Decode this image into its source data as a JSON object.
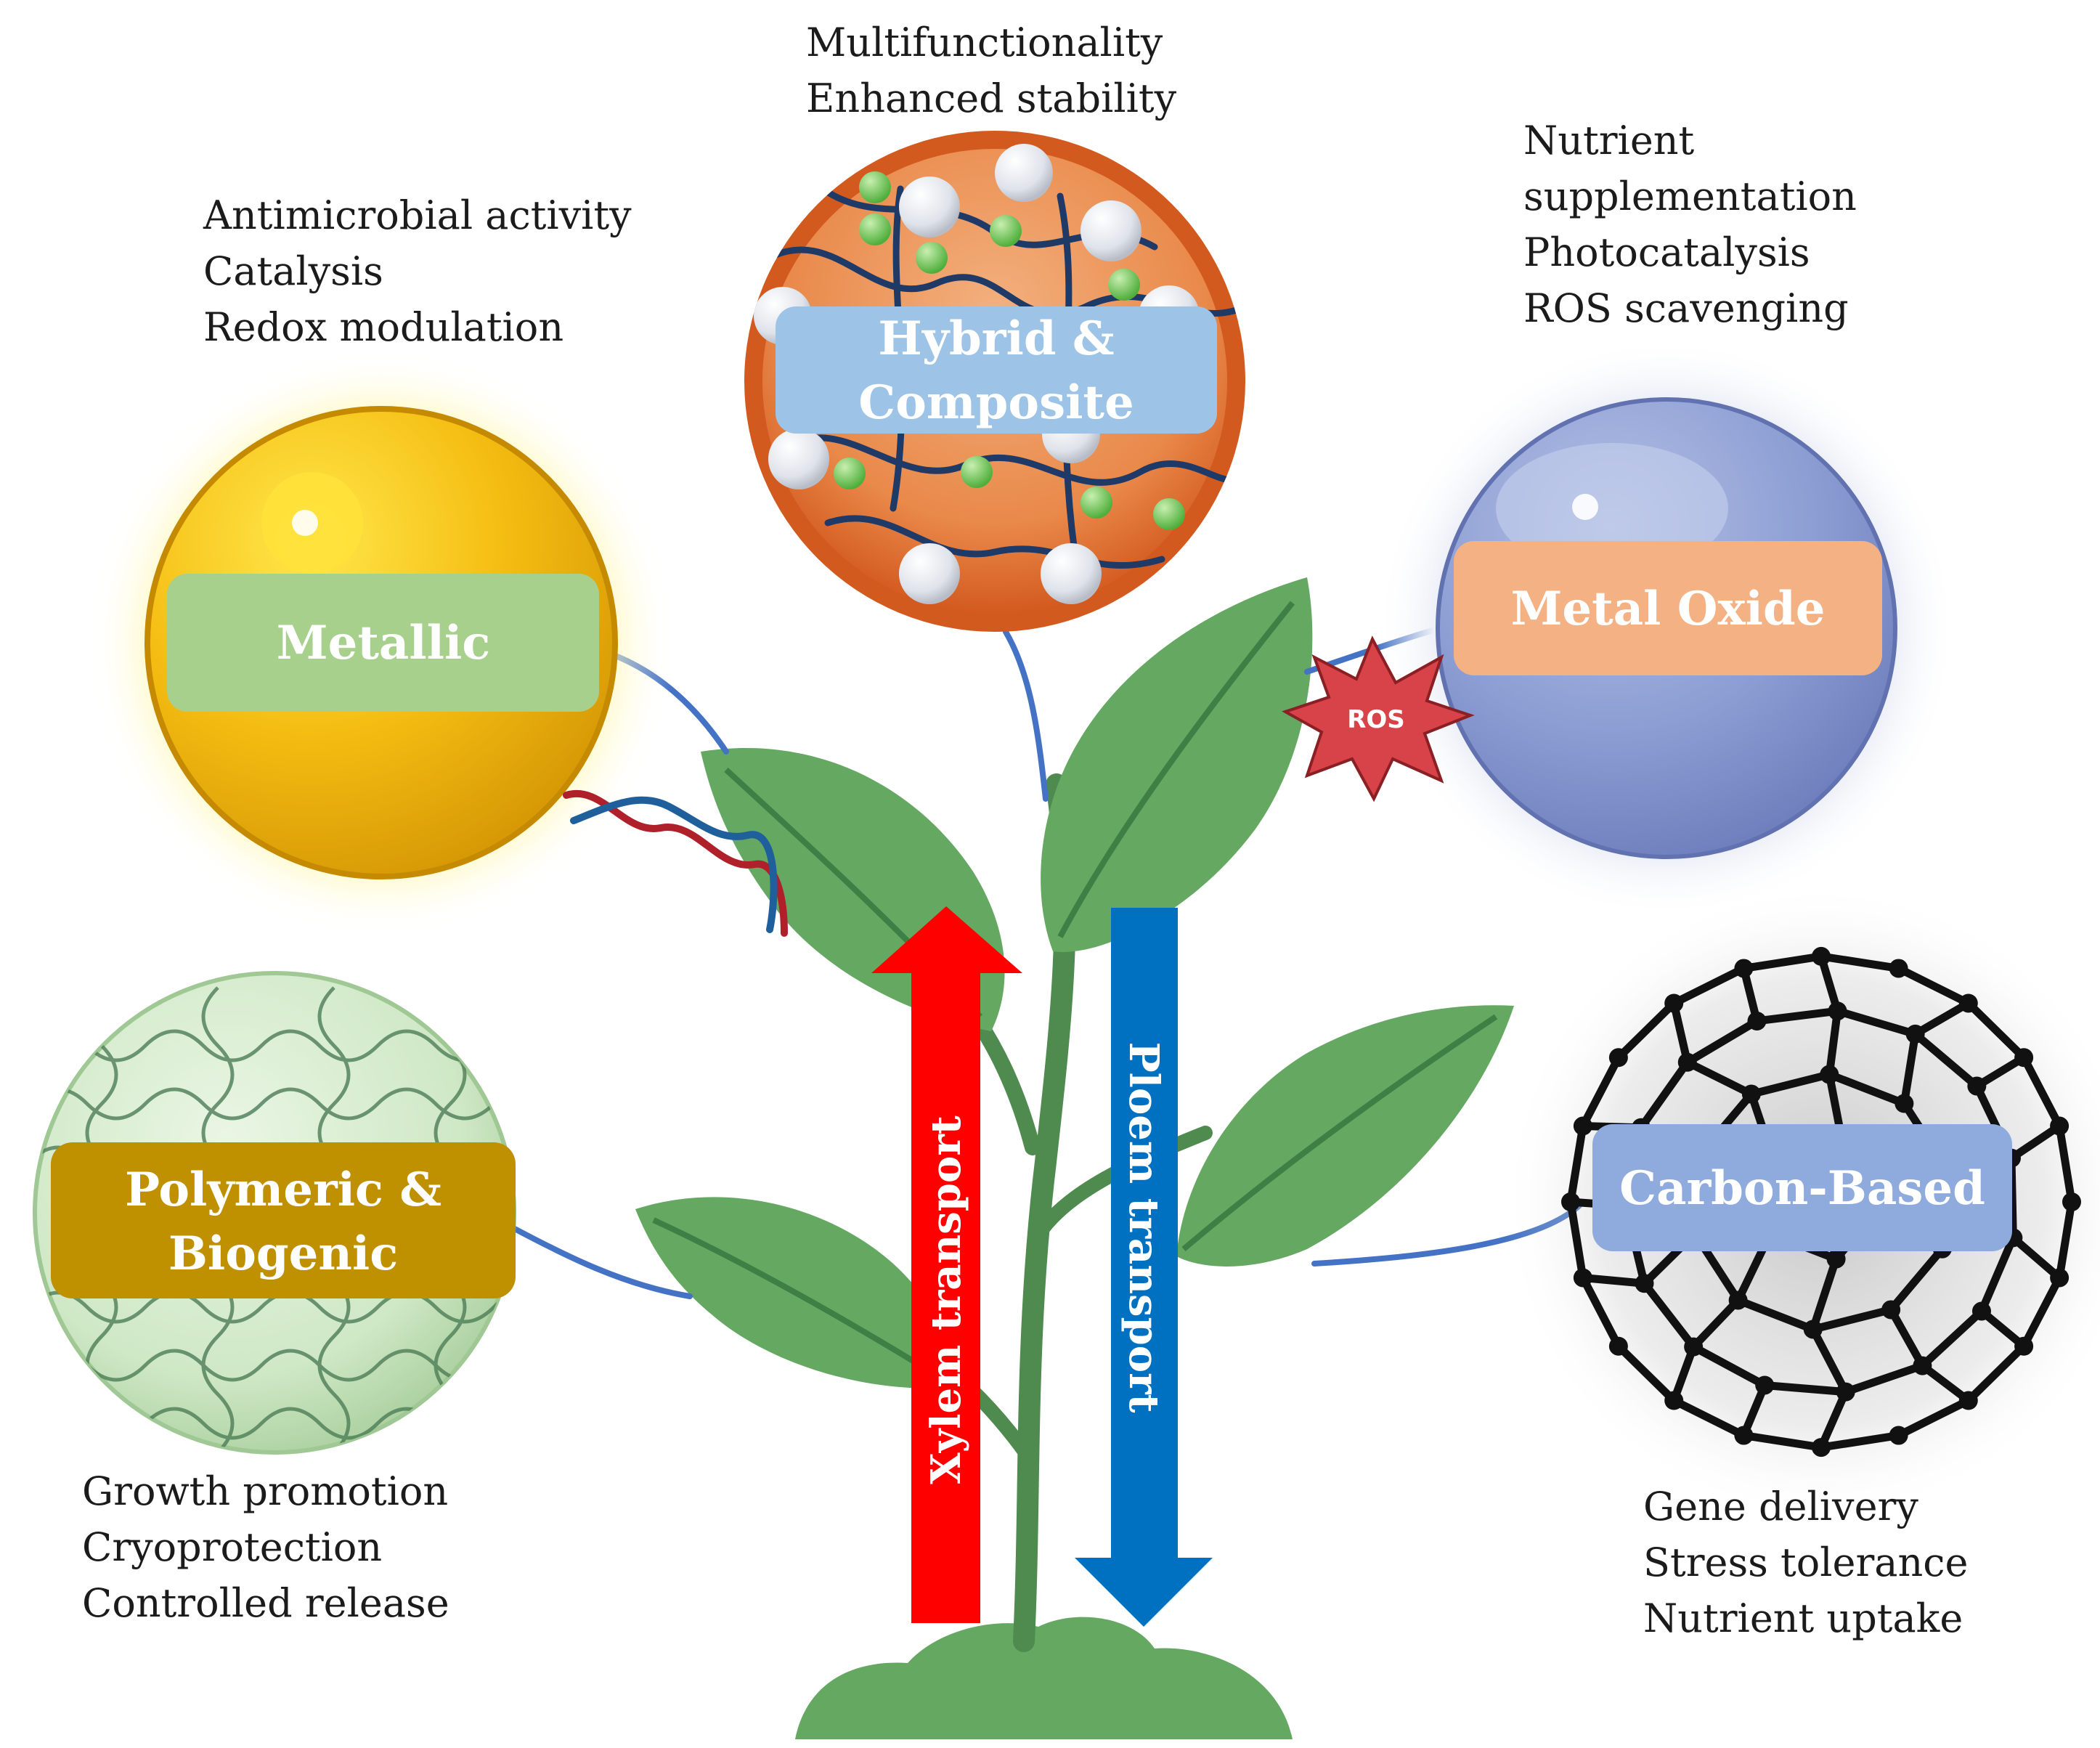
{
  "categories": {
    "metallic": {
      "label": "Metallic",
      "functions": [
        "Antimicrobial activity",
        "Catalysis",
        "Redox modulation"
      ]
    },
    "hybrid": {
      "label_lines": [
        "Hybrid &",
        "Composite"
      ],
      "functions": [
        "Multifunctionality",
        "Enhanced stability"
      ]
    },
    "metal_oxide": {
      "label": "Metal Oxide",
      "functions": [
        "Nutrient",
        "supplementation",
        "Photocatalysis",
        "ROS scavenging"
      ]
    },
    "polymeric": {
      "label_lines": [
        "Polymeric &",
        "Biogenic"
      ],
      "functions": [
        "Growth promotion",
        "Cryoprotection",
        "Controlled release"
      ]
    },
    "carbon": {
      "label": "Carbon-Based",
      "functions": [
        "Gene delivery",
        "Stress tolerance",
        "Nutrient uptake"
      ]
    }
  },
  "transport": {
    "xylem": "Xylem transport",
    "phloem": "Ploem transport"
  },
  "ros_badge": "ROS",
  "colors": {
    "leaf": "#64a862",
    "leaf_dark": "#3f7f45",
    "stem": "#4f8b4f",
    "connector": "#4472c4",
    "xylem_arrow": "#ff0000",
    "phloem_arrow": "#0070c0",
    "metallic_box": "#a8d08d",
    "hybrid_box": "#9dc3e6",
    "oxide_box": "#f4b183",
    "polymeric_box": "#bf9000",
    "carbon_box": "#8faadc"
  }
}
